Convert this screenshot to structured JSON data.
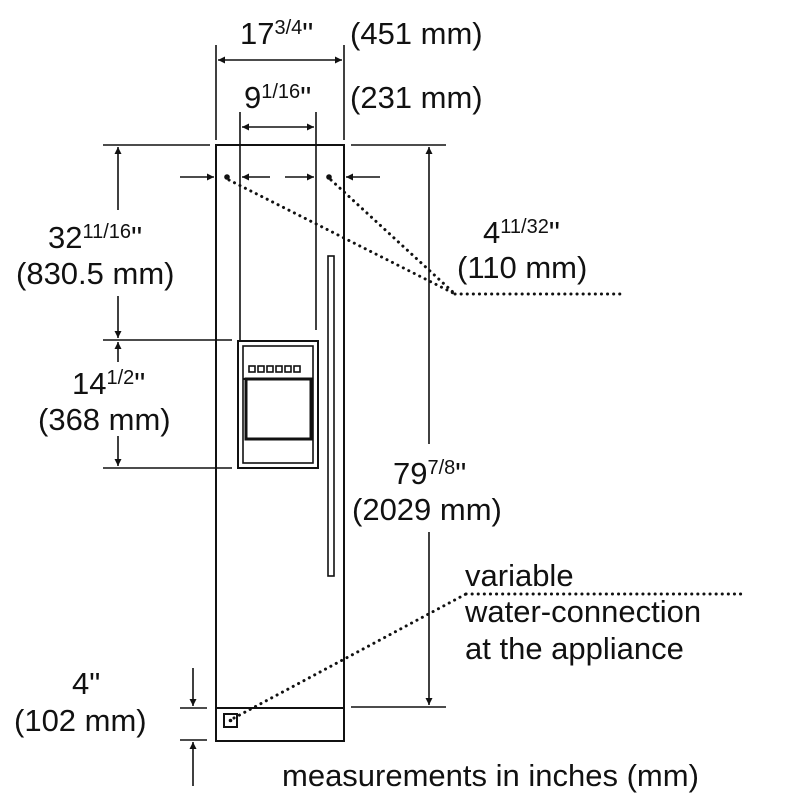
{
  "diagram": {
    "type": "appliance-dimension-drawing",
    "subject": "built-in column refrigerator with dispenser (front elevation)",
    "colors": {
      "line": "#111111",
      "background": "#ffffff"
    }
  },
  "dimensions": {
    "overall_width": {
      "whole": "17",
      "frac": "3/4",
      "unit": "\"",
      "metric": "(451 mm)"
    },
    "dispenser_spacing": {
      "whole": "9",
      "frac": "1/16",
      "unit": "\"",
      "metric": "(231 mm)"
    },
    "top_to_dispenser": {
      "whole": "32",
      "frac": "11/16",
      "unit": "\"",
      "metric": "(830.5 mm)"
    },
    "dispenser_height": {
      "whole": "14",
      "frac": "1/2",
      "unit": "\"",
      "metric": "(368 mm)"
    },
    "side_offset": {
      "whole": "4",
      "frac": "11/32",
      "unit": "\"",
      "metric": "(110 mm)"
    },
    "overall_height": {
      "whole": "79",
      "frac": "7/8",
      "unit": "\"",
      "metric": "(2029 mm)"
    },
    "toe_kick_height": {
      "whole": "4",
      "frac": "",
      "unit": "\"",
      "metric": "(102 mm)"
    }
  },
  "annotations": {
    "water_connection": [
      "variable",
      "water-connection",
      "at the appliance"
    ],
    "units_note": "measurements in inches (mm)"
  }
}
